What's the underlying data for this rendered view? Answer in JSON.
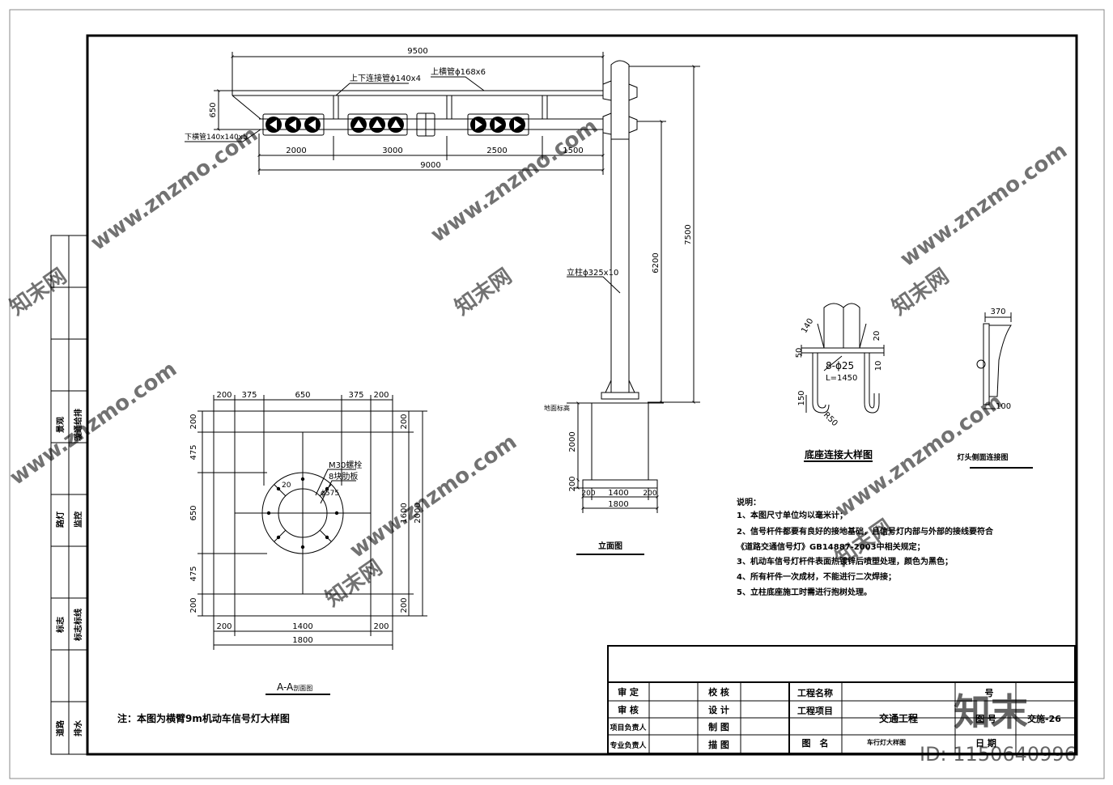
{
  "top_view": {
    "dim_total": "9500",
    "dim_arm": "9000",
    "dim_height": "650",
    "segments": [
      "2000",
      "3000",
      "2500",
      "1500"
    ],
    "label_connector": "上下连接管ϕ140x4",
    "label_upper_pipe": "上横管ϕ168x6",
    "label_lower_pipe": "下横管140x140x5"
  },
  "elevation": {
    "label_column": "立柱ϕ325x10",
    "dim_total_height": "7500",
    "dim_arm_height": "6200",
    "dim_foundation_depth": "2000",
    "dim_base_thickness": "200",
    "dim_base_segments": [
      "200",
      "1400",
      "200"
    ],
    "dim_base_width": "1800",
    "label_ground": "地面标高",
    "title": "立面图"
  },
  "section": {
    "top_dims": [
      "200",
      "375",
      "650",
      "375",
      "200"
    ],
    "left_dims": [
      "200",
      "475",
      "650",
      "475",
      "200"
    ],
    "right_dims": [
      "200",
      "200"
    ],
    "right_inner": "1600",
    "right_outer": "2000",
    "bottom_dims": [
      "200",
      "1400",
      "200"
    ],
    "bottom_total": "1800",
    "bolt_label": "M30螺栓",
    "rib_label": "8块肋板",
    "dim_20": "20",
    "dim_circle": "ϕ575",
    "title": "A-A",
    "title_suffix": "剖面图"
  },
  "base_detail": {
    "d140": "140",
    "d20": "20",
    "d50": "50",
    "d10": "10",
    "anchor": "8-ϕ25",
    "length": "L=1450",
    "d150": "150",
    "r50": "R50",
    "title": "底座连接大样图"
  },
  "lamp_detail": {
    "d370": "370",
    "d100": "100",
    "title": "灯头侧面连接图"
  },
  "notes": {
    "heading": "说明：",
    "items": [
      "1、本图尺寸单位均以毫米计；",
      "2、信号杆件都要有良好的接地基础，且信号灯内部与外部的接线要符合",
      "《道路交通信号灯》GB14887-2003中相关规定；",
      "3、机动车信号灯杆件表面热镀锌后喷塑处理，颜色为黑色；",
      "4、所有杆件一次成材，不能进行二次焊接；",
      "5、立柱底座施工时需进行抱树处理。"
    ]
  },
  "footnote": "注：本图为横臂9m机动车信号灯大样图",
  "left_strip": {
    "rows": [
      {
        "a": "景观",
        "b": "暖通给排"
      },
      {
        "a": "路灯",
        "b": "监控"
      },
      {
        "a": "标志",
        "b": "标志标线"
      },
      {
        "a": "道路",
        "b": "排水"
      }
    ]
  },
  "title_block": {
    "r1": [
      "审 定",
      "校 核"
    ],
    "r2": [
      "审 核",
      "设 计"
    ],
    "r3": [
      "项目负责人",
      "制 图"
    ],
    "r4": [
      "专业负责人",
      "描 图"
    ],
    "project_name_label": "工程名称",
    "project_item_label": "工程项目",
    "project_item_value": "交通工程",
    "drawing_name_label": "图　名",
    "drawing_name_value": "车行灯大样图",
    "code_label": "号",
    "sheet_label": "图 号",
    "sheet_value": "交施-26",
    "date_label": "日 期"
  },
  "watermark": {
    "site": "www.znzmo.com",
    "brand": "知末网",
    "logo": "知末",
    "id": "ID: 1150640996"
  }
}
